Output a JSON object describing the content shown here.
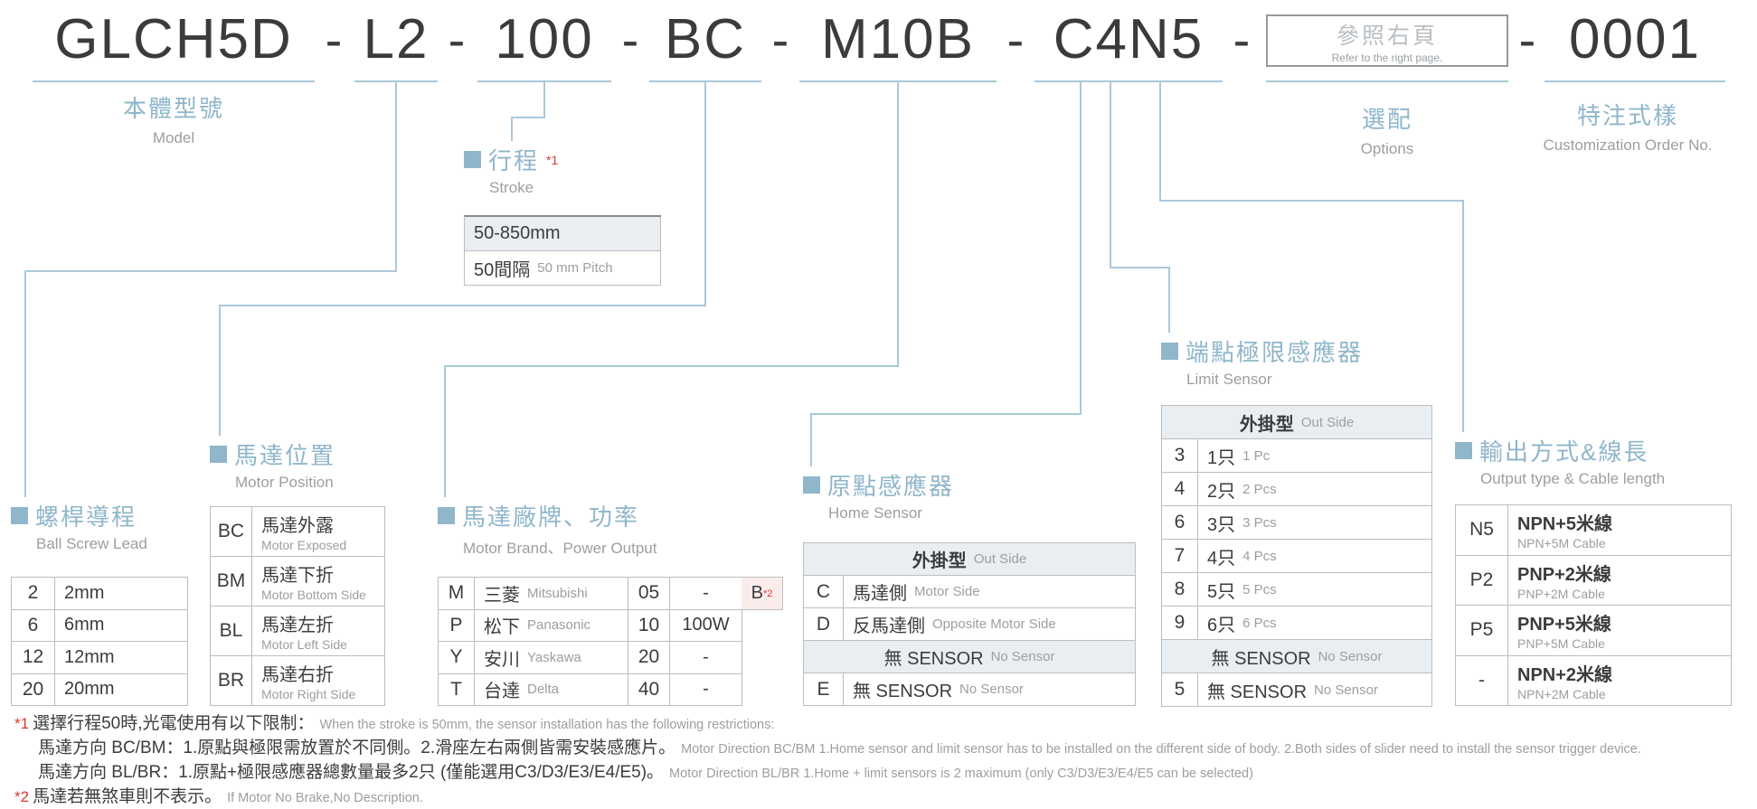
{
  "colors": {
    "accent_blue": "#8fb6ca",
    "connector_blue": "#abc8d8",
    "text_dark": "#3c3c3c",
    "text_gray": "#9e9e9e",
    "table_border": "#bdbdbd",
    "row_shade": "#e9eef3",
    "brake_cell_shade": "#fbecec",
    "footnote_red": "#d63c32"
  },
  "code": {
    "separator": "-",
    "segments": {
      "model": "GLCH5D",
      "lead": "L2",
      "stroke": "100",
      "motor_position": "BC",
      "motor_brand": "M10B",
      "sensor": "C4N5",
      "serial": "0001"
    },
    "options_box": {
      "zh": "參照右頁",
      "en": "Refer to the right page."
    }
  },
  "labels": {
    "model": {
      "zh": "本體型號",
      "en": "Model"
    },
    "options": {
      "zh": "選配",
      "en": "Options"
    },
    "custom": {
      "zh": "特注式樣",
      "en": "Customization Order No."
    }
  },
  "lead": {
    "title": {
      "zh": "螺桿導程",
      "en": "Ball Screw Lead"
    },
    "rows": [
      {
        "code": "2",
        "value": "2mm"
      },
      {
        "code": "6",
        "value": "6mm"
      },
      {
        "code": "12",
        "value": "12mm"
      },
      {
        "code": "20",
        "value": "20mm"
      }
    ]
  },
  "motor_position": {
    "title": {
      "zh": "馬達位置",
      "en": "Motor Position"
    },
    "rows": [
      {
        "code": "BC",
        "zh": "馬達外露",
        "en": "Motor Exposed"
      },
      {
        "code": "BM",
        "zh": "馬達下折",
        "en": "Motor Bottom Side"
      },
      {
        "code": "BL",
        "zh": "馬達左折",
        "en": "Motor Left Side"
      },
      {
        "code": "BR",
        "zh": "馬達右折",
        "en": "Motor Right Side"
      }
    ]
  },
  "stroke": {
    "title": {
      "zh": "行程",
      "en": "Stroke",
      "ref": "*1"
    },
    "range": "50-850mm",
    "pitch": {
      "zh": "50間隔",
      "en": "50 mm Pitch"
    }
  },
  "motor_brand": {
    "title": {
      "zh": "馬達廠牌、功率",
      "en": "Motor Brand、Power Output"
    },
    "rows": [
      {
        "code": "M",
        "zh": "三菱",
        "en": "Mitsubishi",
        "power_code": "05",
        "power": "-",
        "brake": "B",
        "brake_ref": "*2"
      },
      {
        "code": "P",
        "zh": "松下",
        "en": "Panasonic",
        "power_code": "10",
        "power": "100W"
      },
      {
        "code": "Y",
        "zh": "安川",
        "en": "Yaskawa",
        "power_code": "20",
        "power": "-"
      },
      {
        "code": "T",
        "zh": "台達",
        "en": "Delta",
        "power_code": "40",
        "power": "-"
      }
    ]
  },
  "home_sensor": {
    "title": {
      "zh": "原點感應器",
      "en": "Home Sensor"
    },
    "header": {
      "zh": "外掛型",
      "en": "Out Side"
    },
    "rows": [
      {
        "code": "C",
        "zh": "馬達側",
        "en": "Motor Side"
      },
      {
        "code": "D",
        "zh": "反馬達側",
        "en": "Opposite Motor Side"
      }
    ],
    "no_sensor_header": {
      "zh": "無 SENSOR",
      "en": "No Sensor"
    },
    "no_sensor_row": {
      "code": "E",
      "zh": "無 SENSOR",
      "en": "No Sensor"
    }
  },
  "limit_sensor": {
    "title": {
      "zh": "端點極限感應器",
      "en": "Limit Sensor"
    },
    "header": {
      "zh": "外掛型",
      "en": "Out Side"
    },
    "rows": [
      {
        "code": "3",
        "zh": "1只",
        "en": "1 Pc"
      },
      {
        "code": "4",
        "zh": "2只",
        "en": "2 Pcs"
      },
      {
        "code": "6",
        "zh": "3只",
        "en": "3 Pcs"
      },
      {
        "code": "7",
        "zh": "4只",
        "en": "4 Pcs"
      },
      {
        "code": "8",
        "zh": "5只",
        "en": "5 Pcs"
      },
      {
        "code": "9",
        "zh": "6只",
        "en": "6 Pcs"
      }
    ],
    "no_sensor_header": {
      "zh": "無 SENSOR",
      "en": "No Sensor"
    },
    "no_sensor_row": {
      "code": "5",
      "zh": "無 SENSOR",
      "en": "No Sensor"
    }
  },
  "output": {
    "title": {
      "zh": "輸出方式&線長",
      "en": "Output type & Cable length"
    },
    "rows": [
      {
        "code": "N5",
        "zh": "NPN+5米線",
        "en": "NPN+5M Cable"
      },
      {
        "code": "P2",
        "zh": "PNP+2米線",
        "en": "PNP+2M Cable"
      },
      {
        "code": "P5",
        "zh": "PNP+5米線",
        "en": "PNP+5M Cable"
      },
      {
        "code": "-",
        "zh": "NPN+2米線",
        "en": "NPN+2M Cable"
      }
    ]
  },
  "footnotes": {
    "f1": {
      "ref": "*1",
      "zh": "選擇行程50時,光電使用有以下限制：",
      "en": "When the stroke is 50mm, the sensor installation has the following restrictions:"
    },
    "f1a": {
      "zh": "馬達方向 BC/BM：1.原點與極限需放置於不同側。2.滑座左右兩側皆需安裝感應片。",
      "en": "Motor Direction BC/BM 1.Home sensor and limit sensor has to be installed on the different side of body.  2.Both sides of slider need to install the sensor trigger device."
    },
    "f1b": {
      "zh": "馬達方向 BL/BR：1.原點+極限感應器總數量最多2只 (僅能選用C3/D3/E3/E4/E5)。",
      "en": "Motor Direction BL/BR 1.Home + limit sensors is 2 maximum (only C3/D3/E3/E4/E5 can be selected)"
    },
    "f2": {
      "ref": "*2",
      "zh": "馬達若無煞車則不表示。",
      "en": "If Motor No Brake,No Description."
    }
  }
}
